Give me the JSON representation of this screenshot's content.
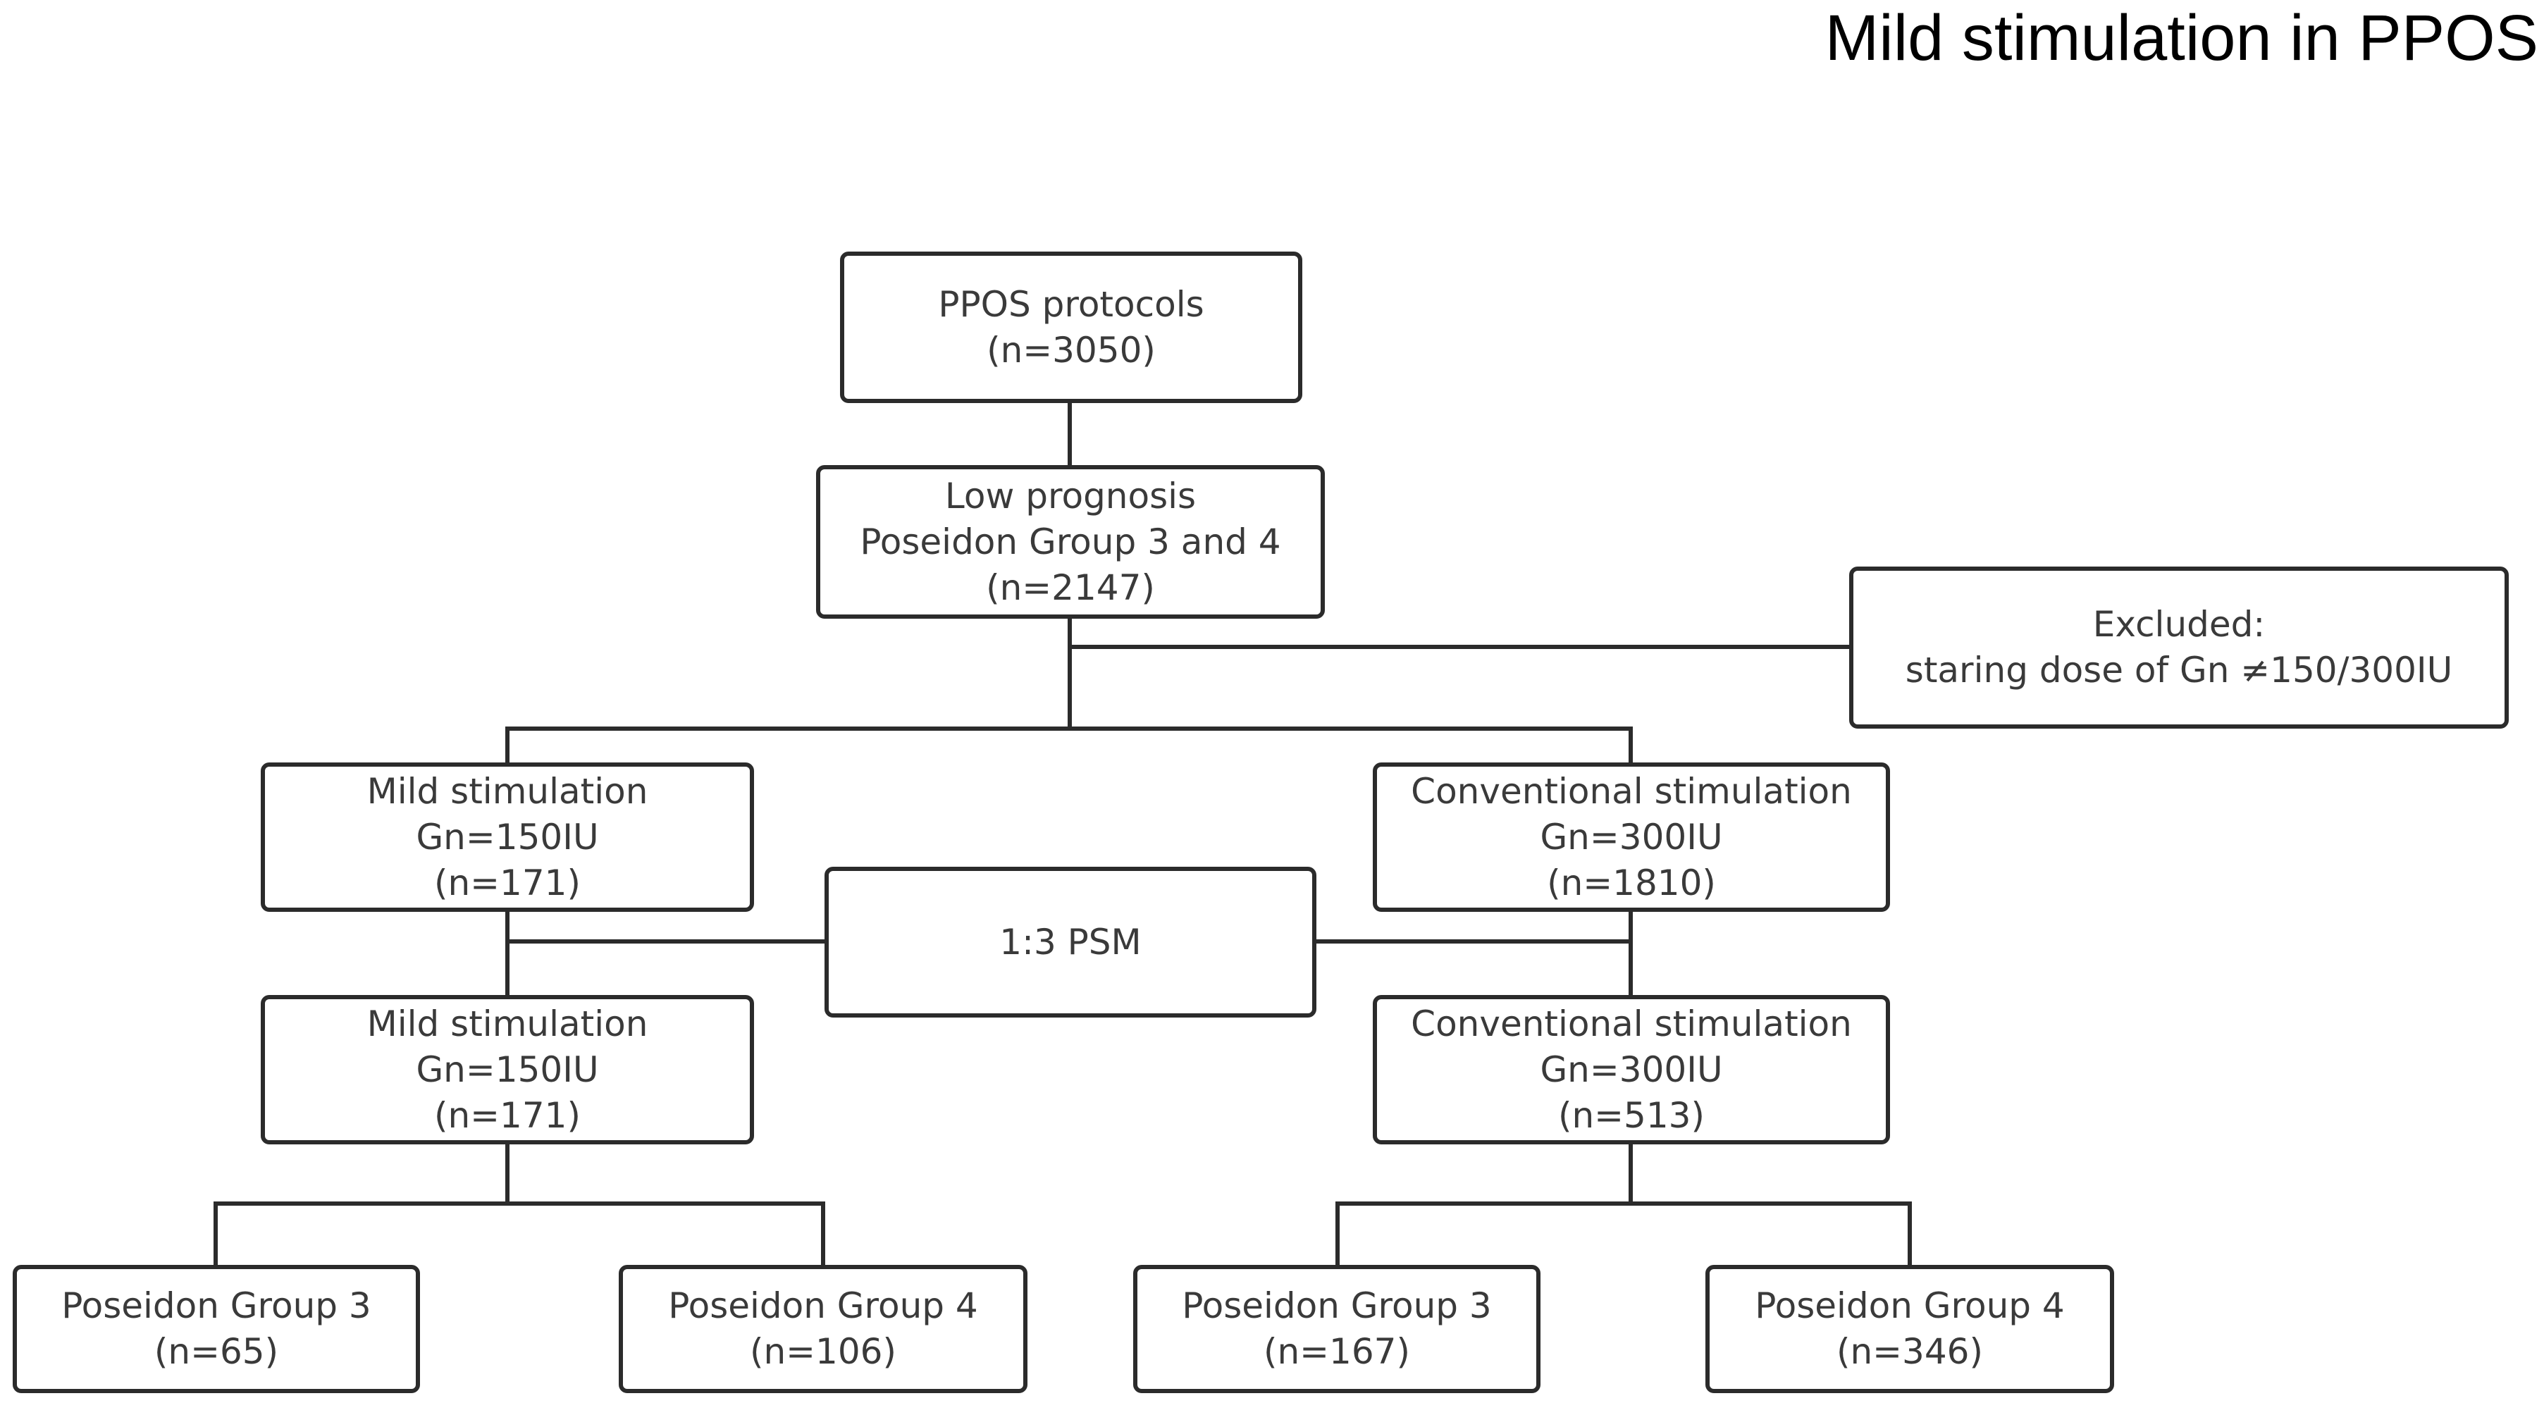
{
  "title": "Mild stimulation in PPOS",
  "nodes": {
    "ppos": {
      "line1": "PPOS protocols",
      "line2": "(n=3050)"
    },
    "low": {
      "line1": "Low prognosis",
      "line2": "Poseidon Group 3 and 4",
      "line3": "(n=2147)"
    },
    "excluded": {
      "line1": "Excluded:",
      "line2": "staring dose of Gn ≠150/300IU"
    },
    "mild_pre": {
      "line1": "Mild stimulation",
      "line2": "Gn=150IU",
      "line3": "(n=171)"
    },
    "conv_pre": {
      "line1": "Conventional stimulation",
      "line2": "Gn=300IU",
      "line3": "(n=1810)"
    },
    "psm": {
      "line1": "1:3 PSM"
    },
    "mild_post": {
      "line1": "Mild stimulation",
      "line2": "Gn=150IU",
      "line3": "(n=171)"
    },
    "conv_post": {
      "line1": "Conventional stimulation",
      "line2": "Gn=300IU",
      "line3": "(n=513)"
    },
    "mild_g3": {
      "line1": "Poseidon Group 3",
      "line2": "(n=65)"
    },
    "mild_g4": {
      "line1": "Poseidon Group 4",
      "line2": "(n=106)"
    },
    "conv_g3": {
      "line1": "Poseidon Group 3",
      "line2": "(n=167)"
    },
    "conv_g4": {
      "line1": "Poseidon Group 4",
      "line2": "(n=346)"
    }
  }
}
